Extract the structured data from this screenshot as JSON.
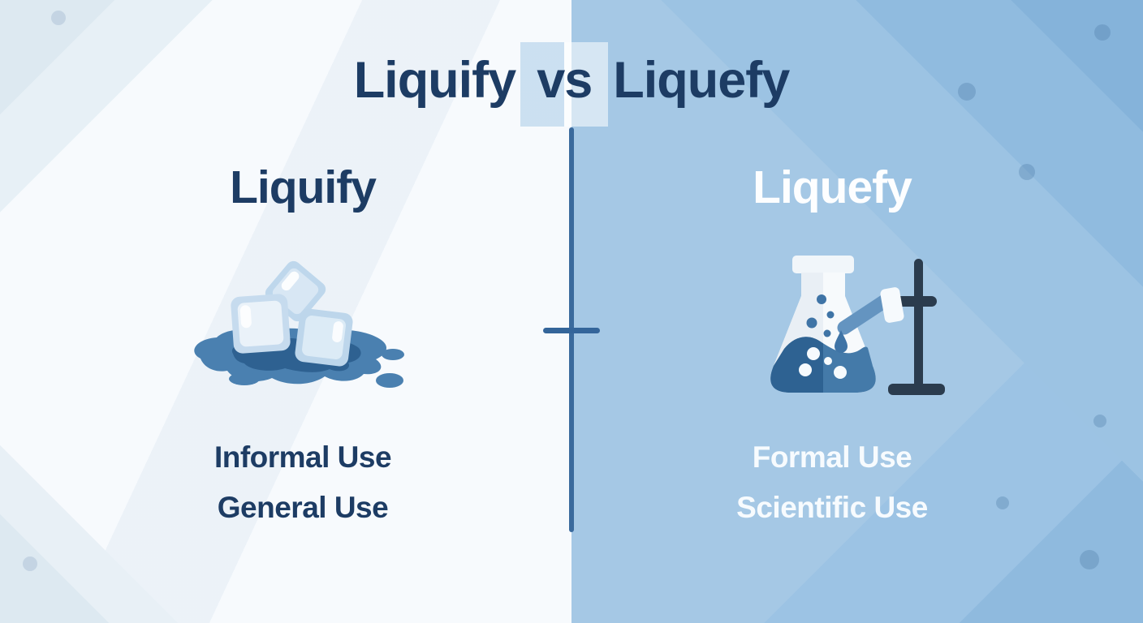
{
  "title": {
    "left_word": "Liquify",
    "vs_label": "vs",
    "right_word": "Liquefy"
  },
  "left_panel": {
    "heading": "Liquify",
    "illustration": "melting-ice-cubes",
    "labels": [
      "Informal Use",
      "General Use"
    ]
  },
  "right_panel": {
    "heading": "Liquefy",
    "illustration": "flask-on-lab-stand",
    "labels": [
      "Formal Use",
      "Scientific Use"
    ]
  },
  "colors": {
    "navy_text": "#1d3c64",
    "white_text": "#ffffff",
    "divider_blue": "#3a6a9d",
    "left_background": "#f6f9fc",
    "right_background": "#a5c8e5",
    "puddle_blue": "#4a80b0",
    "deep_water_blue": "#2e6292",
    "ice_blue": "#c6dbee",
    "stand_dark": "#2b3c4e"
  }
}
